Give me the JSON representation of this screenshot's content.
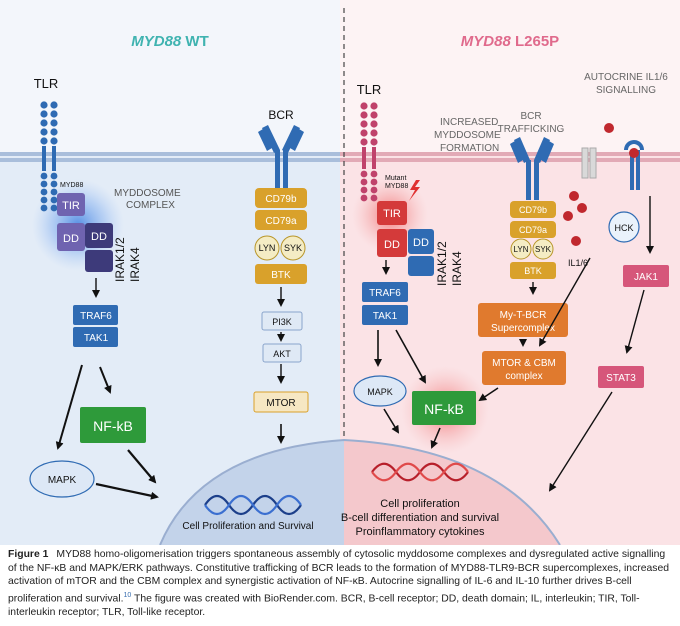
{
  "panels": {
    "left_title_gene": "MYD88",
    "left_title_suffix": " WT",
    "right_title_gene": "MYD88",
    "right_title_suffix": " L265P"
  },
  "left": {
    "tlr": "TLR",
    "myd88_small": "MYD88",
    "tir": "TIR",
    "dd": "DD",
    "dd2": "DD",
    "myddosome": "MYDDOSOME",
    "complex": "COMPLEX",
    "irak12": "IRAK1/2",
    "irak4": "IRAK4",
    "traf6": "TRAF6",
    "tak1": "TAK1",
    "nfkb": "NF-kB",
    "mapk": "MAPK",
    "bcr": "BCR",
    "cd79b": "CD79b",
    "cd79a": "CD79a",
    "lyn": "LYN",
    "syk": "SYK",
    "btk": "BTK",
    "pi3k": "PI3K",
    "akt": "AKT",
    "mtor": "MTOR",
    "nucleus_text": "Cell Proliferation and Survival"
  },
  "right": {
    "tlr": "TLR",
    "mutant1": "Mutant",
    "mutant2": "MYD88",
    "increased1": "INCREASED",
    "increased2": "MYDDOSOME",
    "increased3": "FORMATION",
    "tir": "TIR",
    "dd": "DD",
    "dd2": "DD",
    "irak12": "IRAK1/2",
    "irak4": "IRAK4",
    "traf6": "TRAF6",
    "tak1": "TAK1",
    "mapk": "MAPK",
    "nfkb": "NF-kB",
    "bcr1": "BCR",
    "bcr2": "TRAFFICKING",
    "cd79b": "CD79b",
    "cd79a": "CD79a",
    "lyn": "LYN",
    "syk": "SYK",
    "btk": "BTK",
    "mytbcr1": "My-T-BCR",
    "mytbcr2": "Supercomplex",
    "mtorcbm1": "MTOR & CBM",
    "mtorcbm2": "complex",
    "autocrine1": "AUTOCRINE IL1/6",
    "autocrine2": "SIGNALLING",
    "il16": "IL1/6",
    "hck": "HCK",
    "jak1": "JAK1",
    "stat3": "STAT3",
    "nucleus1": "Cell proliferation",
    "nucleus2": "B-cell differentiation and survival",
    "nucleus3": "Proinflammatory cytokines"
  },
  "caption": {
    "label": "Figure 1",
    "text": "MYD88 homo-oligomerisation triggers spontaneous assembly of cytosolic myddosome complexes and dysregulated active signalling of the NF-κB and MAPK/ERK pathways. Constitutive trafficking of BCR leads to the formation of MYD88-TLR9-BCR supercomplexes, increased activation of mTOR and the CBM complex and synergistic activation of NF-κB. Autocrine signalling of IL-6 and IL-10 further drives B-cell proliferation and survival.",
    "ref": "10",
    "text2": " The figure was created with BioRender.com. BCR, B-cell receptor; DD, death domain; IL, interleukin; TIR, Toll-interleukin receptor; TLR, Toll-like receptor."
  },
  "colors": {
    "left_bg": "#e6eef8",
    "right_bg": "#fbe6e8",
    "teal_title": "#3fb3b0",
    "pink_title": "#e06a8c",
    "blue_box": "#2f6bb3",
    "green_box": "#2e9a3a",
    "orange_box": "#e07a2e",
    "gold_box": "#d9a12b",
    "red_box": "#d43a3a",
    "purple_box": "#6f63b0",
    "dark_purple": "#3d3a7a",
    "pink_box": "#d6567a"
  }
}
